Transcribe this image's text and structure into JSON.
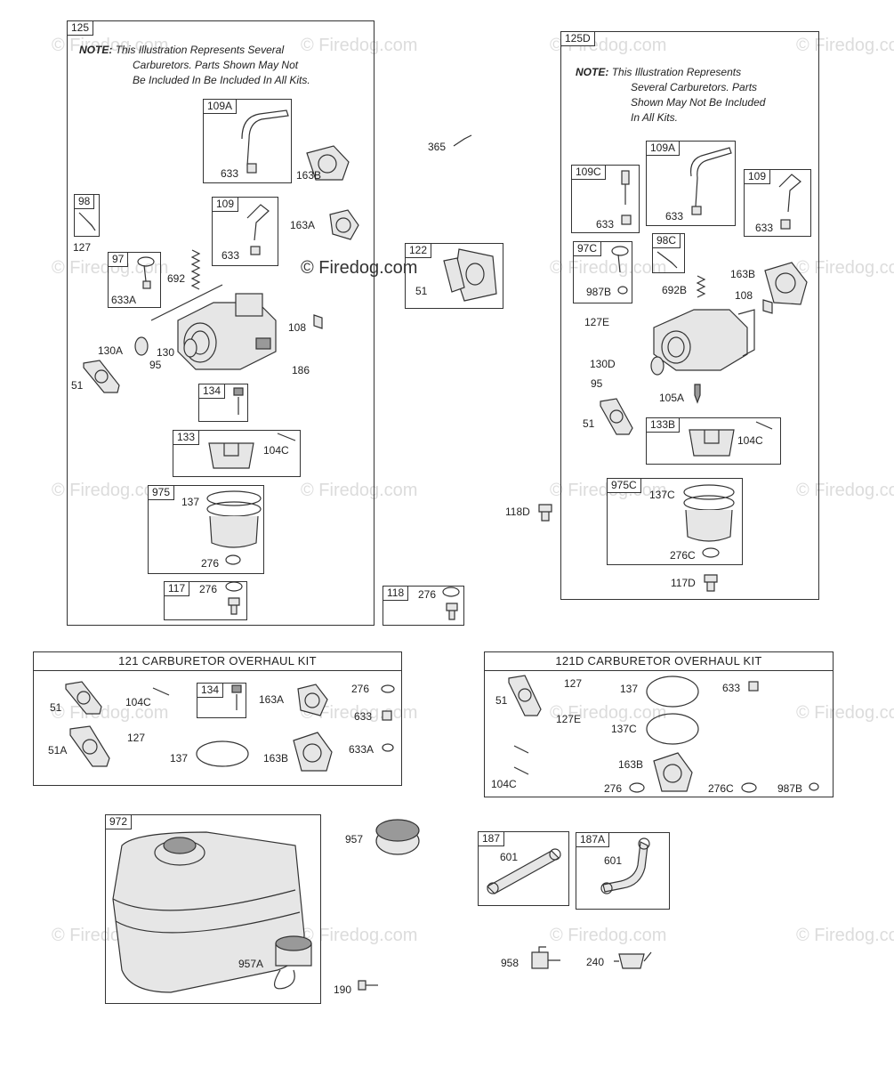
{
  "watermark": "© Firedog.com",
  "watermark_main": "© Firedog.com",
  "notes": {
    "left": [
      "NOTE:",
      "This Illustration Represents Several",
      "Carburetors. Parts Shown May Not",
      "Be Included In Be Included In All Kits."
    ],
    "right": [
      "NOTE:",
      "This Illustration Represents",
      "Several Carburetors. Parts",
      "Shown May Not Be Included",
      "In All Kits."
    ]
  },
  "boxes": {
    "b125": "125",
    "b109A": "109A",
    "b98": "98",
    "b109": "109",
    "b97": "97",
    "b134": "134",
    "b133": "133",
    "b975": "975",
    "b117": "117",
    "b118": "118",
    "b122": "122",
    "b125D": "125D",
    "b109C": "109C",
    "b109A_r": "109A",
    "b109_r": "109",
    "b97C": "97C",
    "b98C": "98C",
    "b133B": "133B",
    "b975C": "975C",
    "b121": "121 CARBURETOR OVERHAUL KIT",
    "b134k": "134",
    "b121D": "121D CARBURETOR OVERHAUL KIT",
    "b972": "972",
    "b187": "187",
    "b187A": "187A"
  },
  "labels": {
    "l633a": "633",
    "l163B_a": "163B",
    "l127_a": "127",
    "l633b": "633",
    "l163A_a": "163A",
    "l692": "692",
    "l633A_a": "633A",
    "l108_a": "108",
    "l130A": "130A",
    "l130": "130",
    "l95_a": "95",
    "l186": "186",
    "l51_a": "51",
    "l104C_a": "104C",
    "l137_a": "137",
    "l276_a": "276",
    "l276_b": "276",
    "l276_c": "276",
    "l365": "365",
    "l51_b": "51",
    "l633c": "633",
    "l633d": "633",
    "l633e": "633",
    "l987B_a": "987B",
    "l692B": "692B",
    "l163B_b": "163B",
    "l108_b": "108",
    "l127E_a": "127E",
    "l130D": "130D",
    "l95_b": "95",
    "l105A": "105A",
    "l51_c": "51",
    "l104C_b": "104C",
    "l118D": "118D",
    "l137C_a": "137C",
    "l276C_a": "276C",
    "l117D": "117D",
    "k51": "51",
    "k104C": "104C",
    "k163A": "163A",
    "k276": "276",
    "k633": "633",
    "k51A": "51A",
    "k127": "127",
    "k137": "137",
    "k163B": "163B",
    "k633A": "633A",
    "d51": "51",
    "d127": "127",
    "d137": "137",
    "d633": "633",
    "d127E": "127E",
    "d137C": "137C",
    "d163B": "163B",
    "d104C": "104C",
    "d276": "276",
    "d276C": "276C",
    "d987B": "987B",
    "l957": "957",
    "l957A": "957A",
    "l190": "190",
    "l601a": "601",
    "l601b": "601",
    "l958": "958",
    "l240": "240"
  }
}
